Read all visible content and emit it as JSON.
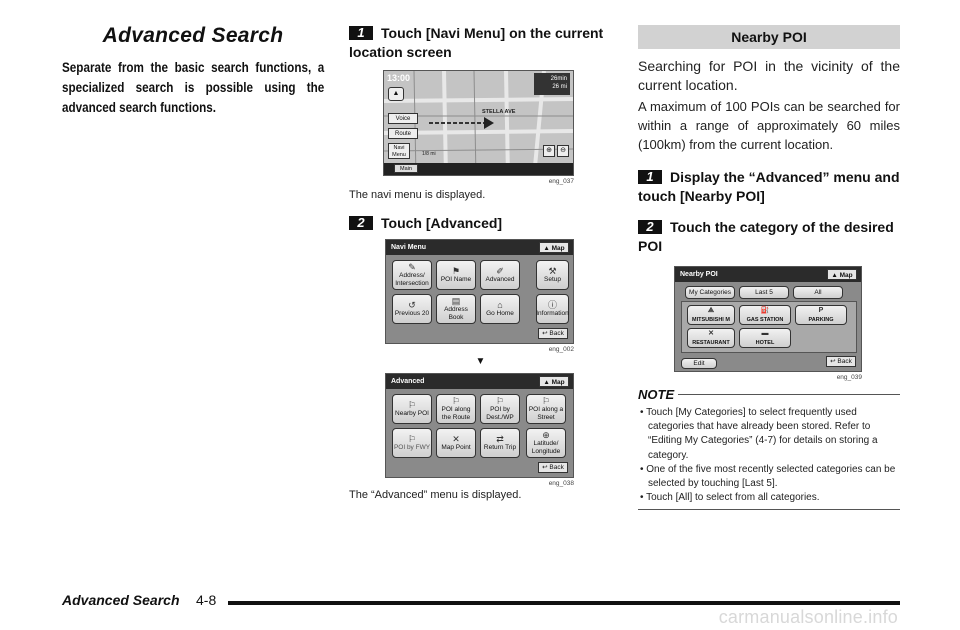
{
  "col1": {
    "title": "Advanced Search",
    "intro": "Separate from the basic search functions, a specialized search is possible using the advanced search functions."
  },
  "col2": {
    "step1": {
      "num": "1",
      "text": "Touch [Navi Menu] on the current location screen"
    },
    "img1": {
      "id": "eng_037",
      "time": "13:00",
      "street": "STELLA AVE",
      "eta": "26min",
      "dist": "26 mi",
      "scale": "1/8 mi",
      "buttons": [
        "Voice",
        "Route",
        "Navi Menu"
      ],
      "main": "Main"
    },
    "caption1": "The navi menu is displayed.",
    "step2": {
      "num": "2",
      "text": "Touch [Advanced]"
    },
    "img2": {
      "id": "eng_002",
      "title": "Navi Menu",
      "map": "Map",
      "back": "Back",
      "tiles": [
        "Address/ Intersection",
        "POI Name",
        "Advanced",
        "Setup",
        "Previous 20",
        "Address Book",
        "Go Home",
        "Information"
      ]
    },
    "arrow": "▼",
    "img3": {
      "id": "eng_038",
      "title": "Advanced",
      "map": "Map",
      "back": "Back",
      "tiles": [
        "Nearby POI",
        "POI along the Route",
        "POI by Dest./WP",
        "POI along a Street",
        "POI by FWY",
        "Map Point",
        "Return Trip",
        "Latitude/ Longitude"
      ]
    },
    "caption2": "The “Advanced” menu is displayed."
  },
  "col3": {
    "bar": "Nearby POI",
    "p1": "Searching for POI in the vicinity of the current location.",
    "p2": "A maximum of 100 POIs can be searched for within a range of approximately 60 miles (100km) from the current location.",
    "step1": {
      "num": "1",
      "text": "Display the “Advanced” menu and touch [Nearby POI]"
    },
    "step2": {
      "num": "2",
      "text": "Touch the category of the desired POI"
    },
    "img": {
      "id": "eng_039",
      "title": "Nearby POI",
      "map": "Map",
      "tabs": [
        "My Categories",
        "Last 5",
        "All"
      ],
      "cats": [
        "MITSUBISHI M",
        "GAS STATION",
        "PARKING",
        "RESTAURANT",
        "HOTEL"
      ],
      "edit": "Edit",
      "back": "Back"
    },
    "note_label": "NOTE",
    "notes": [
      "Touch [My Categories] to select frequently used categories that have already been stored. Refer to “Editing My Categories” (4-7) for details on storing a category.",
      "One of the five most recently selected categories can be selected by touching [Last 5].",
      "Touch [All] to select from all categories."
    ]
  },
  "footer": {
    "label": "Advanced Search",
    "page": "4-8",
    "watermark": "carmanualsonline.info"
  }
}
